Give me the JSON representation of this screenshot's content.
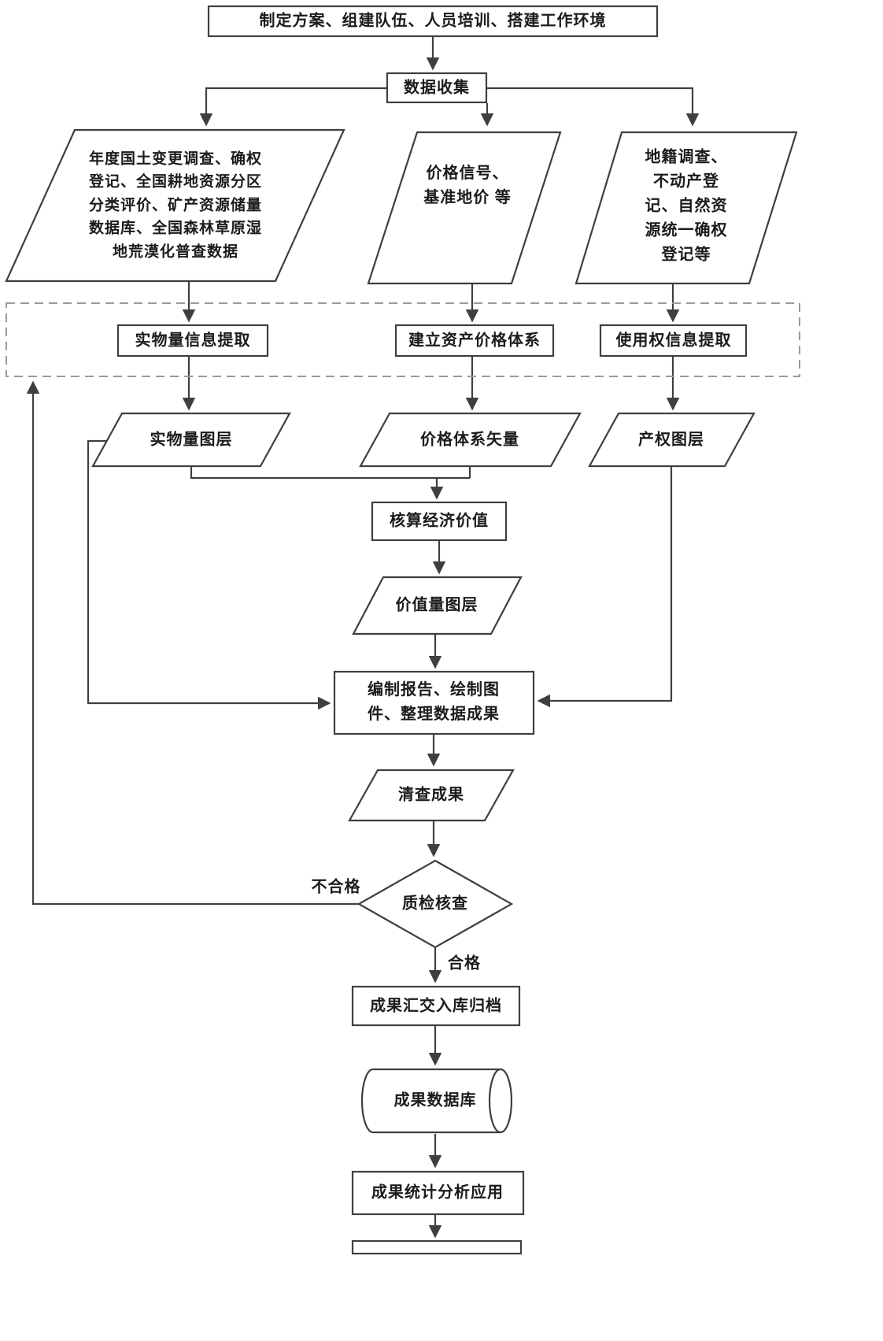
{
  "diagram": {
    "type": "flowchart",
    "language": "zh-CN",
    "colors": {
      "line": "#3f3f3f",
      "text": "#1b1b1b",
      "dashed_box_border": "#9a9a9a",
      "background": "#ffffff"
    },
    "nodes": {
      "plan": {
        "shape": "rect",
        "label": "制定方案、组建队伍、人员培训、搭建工作环境"
      },
      "data_collection": {
        "shape": "rect",
        "label": "数据收集"
      },
      "source_left": {
        "shape": "parallelogram",
        "label": "年度国土变更调查、确权\n登记、全国耕地资源分区\n分类评价、矿产资源储量\n数据库、全国森林草原湿\n地荒漠化普查数据"
      },
      "source_mid": {
        "shape": "parallelogram",
        "label": "价格信号、\n基准地价 等"
      },
      "source_right": {
        "shape": "parallelogram",
        "label": "地籍调查、\n不动产登\n记、自然资\n源统一确权\n登记等"
      },
      "extract_physical": {
        "shape": "rect",
        "label": "实物量信息提取"
      },
      "build_price": {
        "shape": "rect",
        "label": "建立资产价格体系"
      },
      "extract_rights": {
        "shape": "rect",
        "label": "使用权信息提取"
      },
      "layer_physical": {
        "shape": "parallelogram",
        "label": "实物量图层"
      },
      "price_vector": {
        "shape": "parallelogram",
        "label": "价格体系矢量"
      },
      "layer_rights": {
        "shape": "parallelogram",
        "label": "产权图层"
      },
      "calc_value": {
        "shape": "rect",
        "label": "核算经济价值"
      },
      "layer_value": {
        "shape": "parallelogram",
        "label": "价值量图层"
      },
      "report": {
        "shape": "rect",
        "label": "编制报告、绘制图\n件、整理数据成果"
      },
      "inventory_result": {
        "shape": "parallelogram",
        "label": "清查成果"
      },
      "qc_check": {
        "shape": "diamond",
        "label": "质检核查"
      },
      "archive": {
        "shape": "rect",
        "label": "成果汇交入库归档"
      },
      "database": {
        "shape": "cylinder",
        "label": "成果数据库"
      },
      "analysis": {
        "shape": "rect",
        "label": "成果统计分析应用"
      }
    },
    "edge_labels": {
      "fail": "不合格",
      "pass": "合格"
    }
  }
}
